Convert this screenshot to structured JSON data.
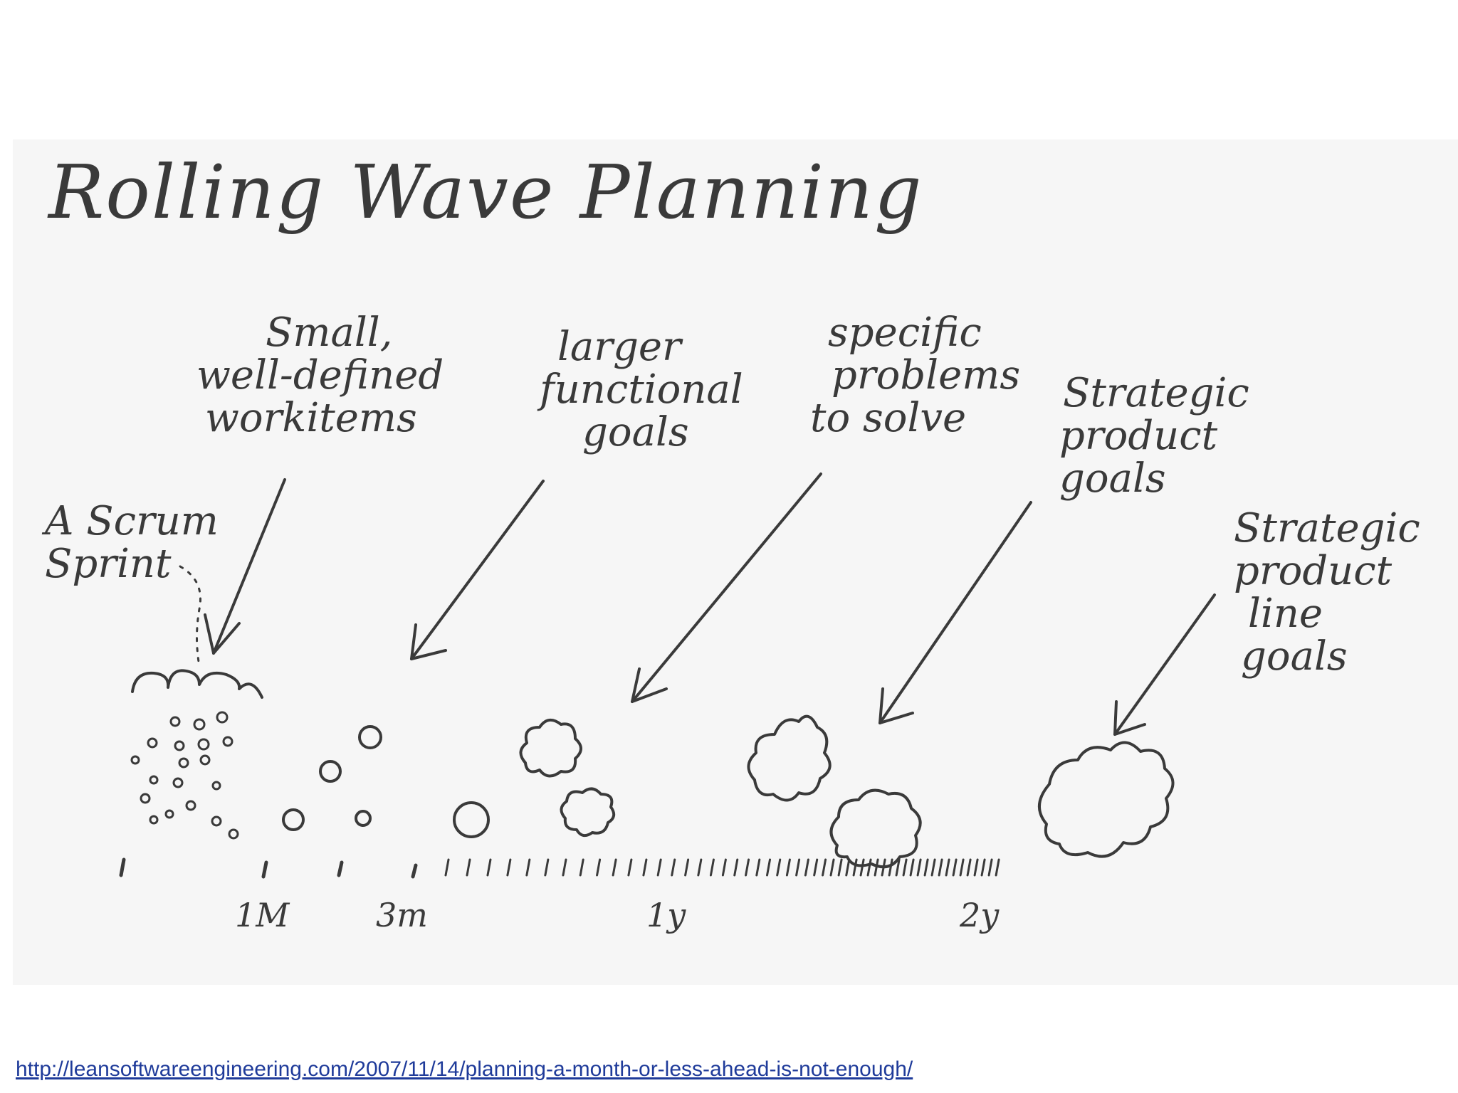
{
  "diagram": {
    "title": "Rolling Wave Planning",
    "sprint_label": [
      "A Scrum",
      "Sprint"
    ],
    "labels": [
      {
        "id": "small-workitems",
        "lines": [
          "Small,",
          "well-defined",
          "workitems"
        ]
      },
      {
        "id": "functional-goals",
        "lines": [
          "larger",
          "functional",
          "goals"
        ]
      },
      {
        "id": "specific-problems",
        "lines": [
          "specific",
          "problems",
          "to solve"
        ]
      },
      {
        "id": "product-goals",
        "lines": [
          "Strategic",
          "product",
          "goals"
        ]
      },
      {
        "id": "product-line-goals",
        "lines": [
          "Strategic",
          "product",
          "line",
          "goals"
        ]
      }
    ],
    "timeline_labels": [
      "1M",
      "3m",
      "1y",
      "2y"
    ]
  },
  "footer": {
    "source_url": "http://leansoftwareengineering.com/2007/11/14/planning-a-month-or-less-ahead-is-not-enough/"
  }
}
